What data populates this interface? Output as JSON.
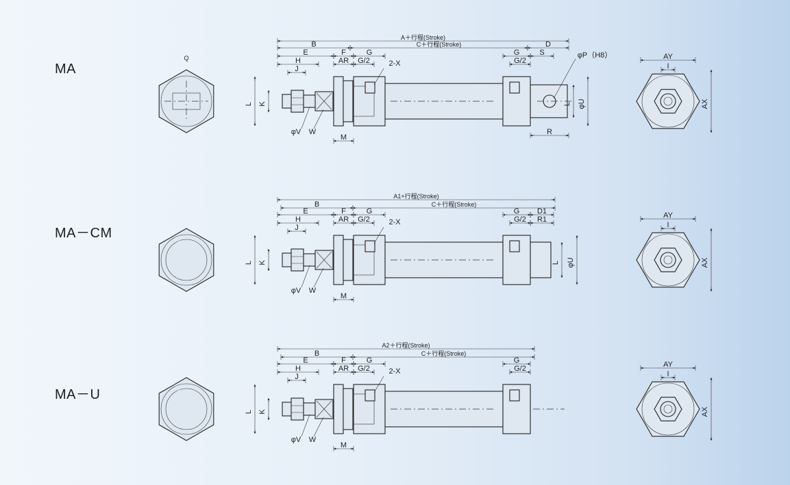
{
  "rows": [
    {
      "model": "MA",
      "dims": {
        "A_stroke": "A＋行程(Stroke)",
        "C_stroke": "C＋行程(Stroke)",
        "B": "B",
        "E": "E",
        "F": "F",
        "G": "G",
        "H": "H",
        "J": "J",
        "AR": "AR",
        "G2": "G/2",
        "X2": "2-X",
        "D": "D",
        "S": "S",
        "P": "φP（H8）",
        "L": "L",
        "K": "K",
        "V": "φV",
        "W": "W",
        "M": "M",
        "U": "φU",
        "R": "R",
        "Q": "Q",
        "AY": "AY",
        "I": "I",
        "AX": "AX"
      }
    },
    {
      "model": "MA－CM",
      "dims": {
        "A_stroke": "A1+行程(Stroke)",
        "C_stroke": "C＋行程(Stroke)",
        "B": "B",
        "E": "E",
        "F": "F",
        "G": "G",
        "H": "H",
        "J": "J",
        "AR": "AR",
        "G2": "G/2",
        "X2": "2-X",
        "D1": "D1",
        "R1": "R1",
        "L": "L",
        "K": "K",
        "V": "φV",
        "W": "W",
        "M": "M",
        "U": "φU",
        "AY": "AY",
        "I": "I",
        "AX": "AX"
      }
    },
    {
      "model": "MA－U",
      "dims": {
        "A_stroke": "A2＋行程(Stroke)",
        "C_stroke": "C＋行程(Stroke)",
        "B": "B",
        "E": "E",
        "F": "F",
        "G": "G",
        "H": "H",
        "J": "J",
        "AR": "AR",
        "G2": "G/2",
        "X2": "2-X",
        "L": "L",
        "K": "K",
        "V": "φV",
        "W": "W",
        "M": "M",
        "AY": "AY",
        "I": "I",
        "AX": "AX"
      }
    }
  ],
  "colors": {
    "line": "#222222",
    "body_fill": "#dfe7f0",
    "background_end": "#bcd3ec"
  }
}
